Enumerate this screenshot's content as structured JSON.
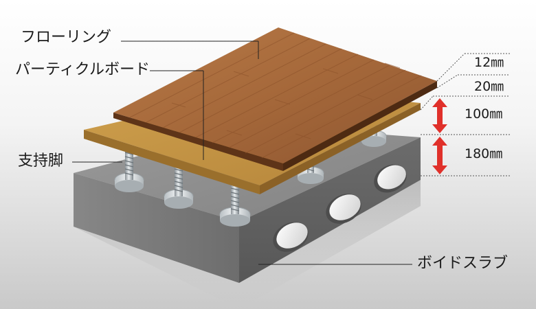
{
  "labels": {
    "flooring": "フローリング",
    "particle_board": "パーティクルボード",
    "support_leg": "支持脚",
    "void_slab": "ボイドスラブ"
  },
  "dimensions": {
    "flooring_thickness": "12㎜",
    "board_thickness": "20㎜",
    "gap_height": "100㎜",
    "slab_height": "180㎜"
  },
  "colors": {
    "flooring": "#a5673a",
    "board": "#c2903f",
    "concrete": "#6e6e6e",
    "arrow": "#e0302a"
  }
}
